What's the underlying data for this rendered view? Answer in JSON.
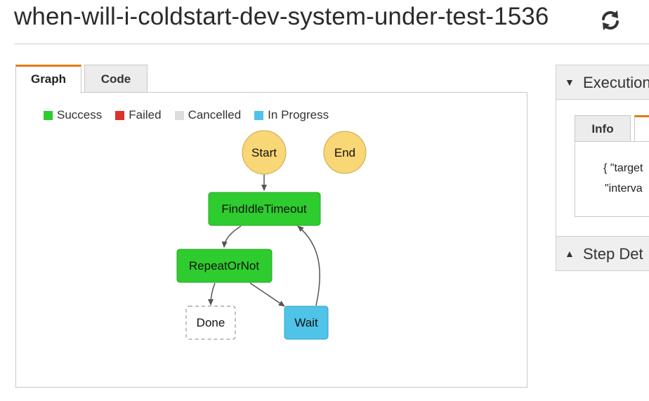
{
  "header": {
    "title": "when-will-i-coldstart-dev-system-under-test-1536",
    "refresh_icon": "refresh-icon"
  },
  "tabs": [
    {
      "label": "Graph",
      "active": true
    },
    {
      "label": "Code",
      "active": false
    }
  ],
  "legend": [
    {
      "label": "Success",
      "color": "#2ecc2e"
    },
    {
      "label": "Failed",
      "color": "#d9332b"
    },
    {
      "label": "Cancelled",
      "color": "#dddddd"
    },
    {
      "label": "In Progress",
      "color": "#4fc3e8"
    }
  ],
  "graph": {
    "nodes": [
      {
        "id": "start",
        "label": "Start",
        "shape": "circle",
        "status": "terminal",
        "color": "#f9d676"
      },
      {
        "id": "end",
        "label": "End",
        "shape": "circle",
        "status": "terminal",
        "color": "#f9d676"
      },
      {
        "id": "findidletimeout",
        "label": "FindIdleTimeout",
        "shape": "rect",
        "status": "Success",
        "color": "#2ecc2e"
      },
      {
        "id": "repeatornot",
        "label": "RepeatOrNot",
        "shape": "rect",
        "status": "Success",
        "color": "#2ecc2e"
      },
      {
        "id": "done",
        "label": "Done",
        "shape": "rect",
        "status": "not-run",
        "color": "#ffffff"
      },
      {
        "id": "wait",
        "label": "Wait",
        "shape": "rect",
        "status": "In Progress",
        "color": "#4fc3e8"
      }
    ],
    "edges": [
      {
        "from": "Start",
        "to": "FindIdleTimeout"
      },
      {
        "from": "FindIdleTimeout",
        "to": "RepeatOrNot"
      },
      {
        "from": "RepeatOrNot",
        "to": "Done"
      },
      {
        "from": "RepeatOrNot",
        "to": "Wait"
      },
      {
        "from": "Wait",
        "to": "FindIdleTimeout"
      }
    ]
  },
  "side_panel": {
    "execution_header": "Execution",
    "inner_tabs": [
      {
        "label": "Info",
        "active": false
      },
      {
        "label": "",
        "active": true
      }
    ],
    "code_lines": [
      "{ \"target",
      "\"interva"
    ],
    "step_header": "Step Det"
  }
}
